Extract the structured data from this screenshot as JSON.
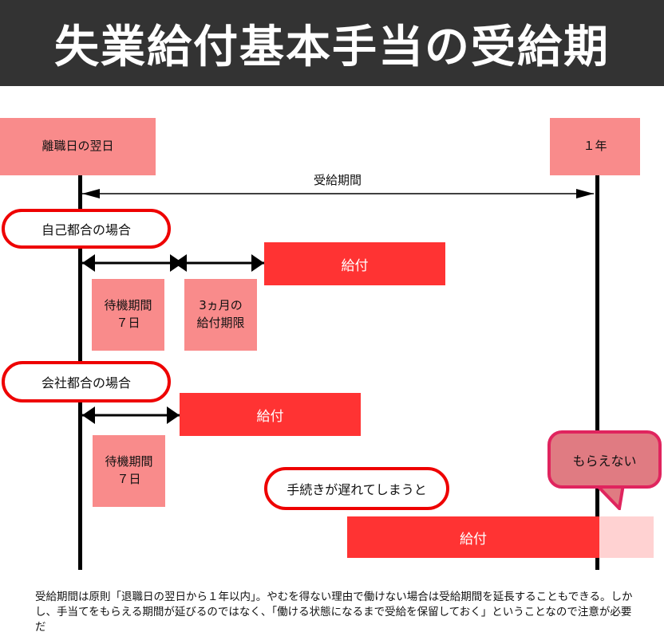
{
  "header": {
    "title": "失業給付基本手当の受給期"
  },
  "timeline": {
    "start_label": "離職日の翌日",
    "end_label": "１年",
    "period_label": "受給期間"
  },
  "self_reason": {
    "label": "自己都合の場合",
    "waiting": "待機期間\n７日",
    "restriction": "3ヵ月の\n給付期限",
    "benefit": "給付"
  },
  "company_reason": {
    "label": "会社都合の場合",
    "waiting": "待機期間\n７日",
    "benefit": "給付"
  },
  "late": {
    "label": "手続きが遅れてしまうと",
    "benefit": "給付",
    "callout": "もらえない"
  },
  "footer": {
    "note": "受給期間は原則「退職日の翌日から１年以内」。やむを得ない理由で働けない場合は受給期間を延長することもできる。しかし、手当てをもらえる期間が延びるのではなく、「働ける状態になるまで受給を保留しておく」ということなので注意が必要だ"
  },
  "colors": {
    "title_bg": "#333333",
    "label_pink": "#f98b8b",
    "benefit_red": "#ff3333",
    "oval_border": "#ee0000",
    "callout_fill": "#e07b82",
    "lost_pale": "#ffd2d2"
  }
}
